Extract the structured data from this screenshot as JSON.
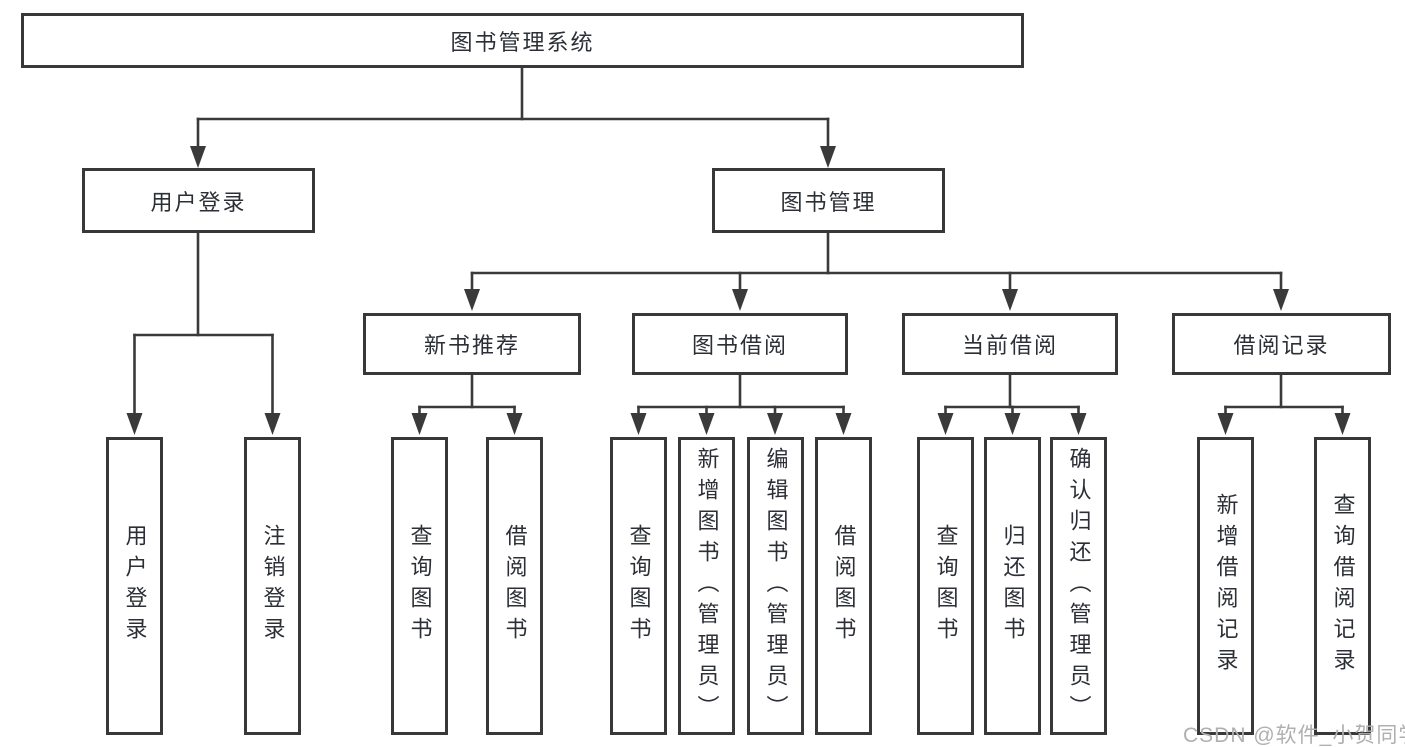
{
  "colors": {
    "line": "#3a3a3a",
    "border": "#383838",
    "text": "#2c3036",
    "watermark": "#b0b0b2",
    "background": "#ffffff"
  },
  "watermark": "CSDN @软件_小贺同学",
  "tree": {
    "label": "图书管理系统",
    "children": [
      {
        "label": "用户登录",
        "children": [
          {
            "label": "用户登录"
          },
          {
            "label": "注销登录"
          }
        ]
      },
      {
        "label": "图书管理",
        "children": [
          {
            "label": "新书推荐",
            "children": [
              {
                "label": "查询图书"
              },
              {
                "label": "借阅图书"
              }
            ]
          },
          {
            "label": "图书借阅",
            "children": [
              {
                "label": "查询图书"
              },
              {
                "label": "新增图书（管理员）"
              },
              {
                "label": "编辑图书（管理员）"
              },
              {
                "label": "借阅图书"
              }
            ]
          },
          {
            "label": "当前借阅",
            "children": [
              {
                "label": "查询图书"
              },
              {
                "label": "归还图书"
              },
              {
                "label": "确认归还（管理员）"
              }
            ]
          },
          {
            "label": "借阅记录",
            "children": [
              {
                "label": "新增借阅记录"
              },
              {
                "label": "查询借阅记录"
              }
            ]
          }
        ]
      }
    ]
  }
}
